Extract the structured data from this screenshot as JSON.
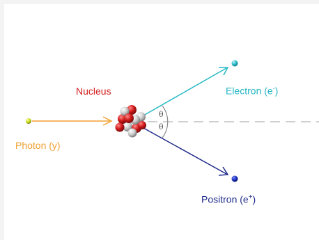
{
  "colors": {
    "nucleus_label": "#d32020",
    "photon": "#f2a033",
    "photon_dot": "#c9d81a",
    "electron": "#25b8c5",
    "positron": "#1e2a8a",
    "proton": "#d11a1a",
    "neutron": "#cfcfcf",
    "dashed_axis": "#b5b5b5",
    "angle_arc": "#8a8a8a"
  },
  "labels": {
    "nucleus": "Nucleus",
    "photon": "Photon (y)",
    "electron_prefix": "Electron (e",
    "electron_sup": "-",
    "electron_suffix": ")",
    "positron_prefix": "Positron (e",
    "positron_sup": "+",
    "positron_suffix": ")",
    "theta": "θ"
  }
}
